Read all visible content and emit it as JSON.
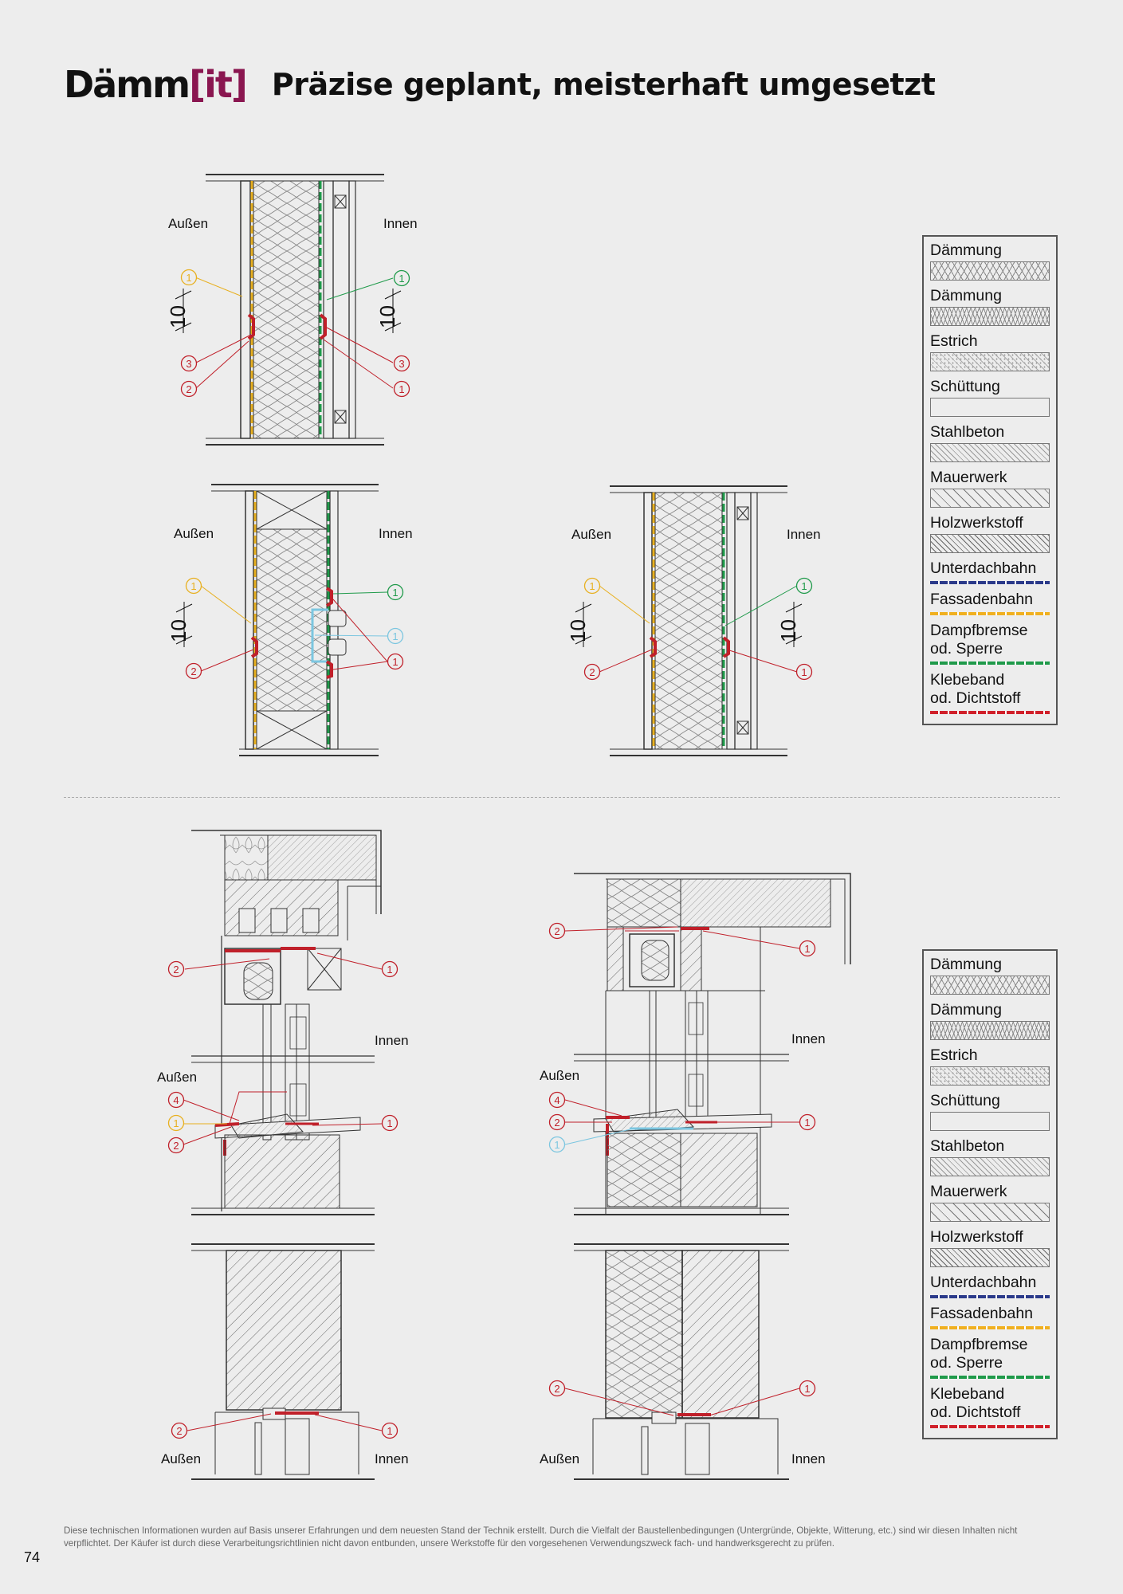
{
  "header": {
    "logo_main": "Dämm",
    "logo_bracket_open": "[",
    "logo_it": "it",
    "logo_bracket_close": "]",
    "title": "Präzise geplant, meisterhaft umgesetzt"
  },
  "labels": {
    "outside": "Außen",
    "inside": "Innen",
    "dimension": "10"
  },
  "legend": [
    {
      "label": "Dämmung",
      "pattern": "zigzag"
    },
    {
      "label": "Dämmung",
      "pattern": "wave"
    },
    {
      "label": "Estrich",
      "pattern": "dots-hatch"
    },
    {
      "label": "Schüttung",
      "pattern": "dots"
    },
    {
      "label": "Stahlbeton",
      "pattern": "hatch-dense"
    },
    {
      "label": "Mauerwerk",
      "pattern": "hatch"
    },
    {
      "label": "Holzwerkstoff",
      "pattern": "hatch-cross"
    },
    {
      "label": "Unterdachbahn",
      "line_color": "#2b3a8a"
    },
    {
      "label": "Fassadenbahn",
      "line_color": "#f0b020"
    },
    {
      "label": "Dampfbremse\nod. Sperre",
      "line_color": "#1f9a4a"
    },
    {
      "label": "Klebeband\nod. Dichtstoff",
      "line_color": "#d0202a"
    }
  ],
  "colors": {
    "yellow": "#e8b020",
    "green": "#1f9a4a",
    "red": "#c0202a",
    "lightblue": "#7cc6e0",
    "magenta": "#8a1650"
  },
  "footer": {
    "disclaimer": "Diese technischen Informationen wurden auf Basis unserer Erfahrungen und dem neuesten Stand der Technik erstellt. Durch die Vielfalt der Baustellenbedingungen (Untergründe, Objekte, Witterung, etc.) sind wir diesen Inhalten nicht verpflichtet. Der Käufer ist durch diese Verarbeitungsrichtlinien nicht davon entbunden, unsere Werkstoffe für den vorgesehenen Verwendungszweck fach- und handwerksgerecht zu prüfen.",
    "page_number": "74"
  },
  "callouts": {
    "d1": [
      {
        "num": "1",
        "color": "yellow"
      },
      {
        "num": "3",
        "color": "red"
      },
      {
        "num": "2",
        "color": "red"
      },
      {
        "num": "1",
        "color": "green"
      },
      {
        "num": "3",
        "color": "red"
      },
      {
        "num": "1",
        "color": "red"
      }
    ],
    "d2": [
      {
        "num": "1",
        "color": "yellow"
      },
      {
        "num": "2",
        "color": "red"
      },
      {
        "num": "1",
        "color": "green"
      },
      {
        "num": "1",
        "color": "lightblue"
      },
      {
        "num": "1",
        "color": "red"
      }
    ],
    "d3": [
      {
        "num": "1",
        "color": "yellow"
      },
      {
        "num": "2",
        "color": "red"
      },
      {
        "num": "1",
        "color": "green"
      },
      {
        "num": "1",
        "color": "red"
      }
    ],
    "d4": [
      {
        "num": "2",
        "color": "red"
      },
      {
        "num": "1",
        "color": "red"
      },
      {
        "num": "4",
        "color": "red"
      },
      {
        "num": "1",
        "color": "yellow"
      },
      {
        "num": "2",
        "color": "red"
      },
      {
        "num": "1",
        "color": "red"
      },
      {
        "num": "2",
        "color": "red"
      },
      {
        "num": "1",
        "color": "red"
      }
    ],
    "d5": [
      {
        "num": "2",
        "color": "red"
      },
      {
        "num": "1",
        "color": "red"
      },
      {
        "num": "4",
        "color": "red"
      },
      {
        "num": "2",
        "color": "red"
      },
      {
        "num": "1",
        "color": "lightblue"
      },
      {
        "num": "1",
        "color": "red"
      },
      {
        "num": "2",
        "color": "red"
      },
      {
        "num": "1",
        "color": "red"
      }
    ]
  }
}
